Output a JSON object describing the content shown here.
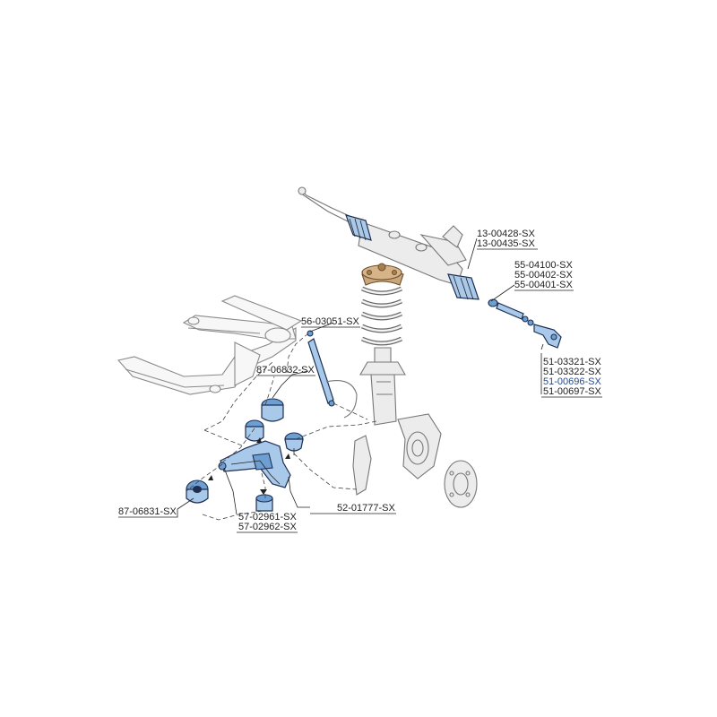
{
  "diagram": {
    "label_color": "#222222",
    "highlight_color": "#2a4a8c",
    "part_fill": "#a9c9ea",
    "part_stroke": "#1e2f52",
    "mount_color": "#c9a77c",
    "labels": [
      {
        "id": "rack",
        "lines": [
          "13-00428-SX",
          "13-00435-SX"
        ]
      },
      {
        "id": "tierod",
        "lines": [
          "55-04100-SX",
          "55-00402-SX",
          "55-00401-SX"
        ]
      },
      {
        "id": "link",
        "lines": [
          "56-03051-SX"
        ]
      },
      {
        "id": "tieend",
        "lines": [
          "51-03321-SX",
          "51-03322-SX",
          "51-00696-SX",
          "51-00697-SX"
        ],
        "highlight_index": 2
      },
      {
        "id": "bushtop",
        "lines": [
          "87-06832-SX"
        ]
      },
      {
        "id": "balljoint",
        "lines": [
          "52-01777-SX"
        ]
      },
      {
        "id": "bushfront",
        "lines": [
          "87-06831-SX"
        ]
      },
      {
        "id": "arm",
        "lines": [
          "57-02961-SX",
          "57-02962-SX"
        ]
      }
    ]
  }
}
